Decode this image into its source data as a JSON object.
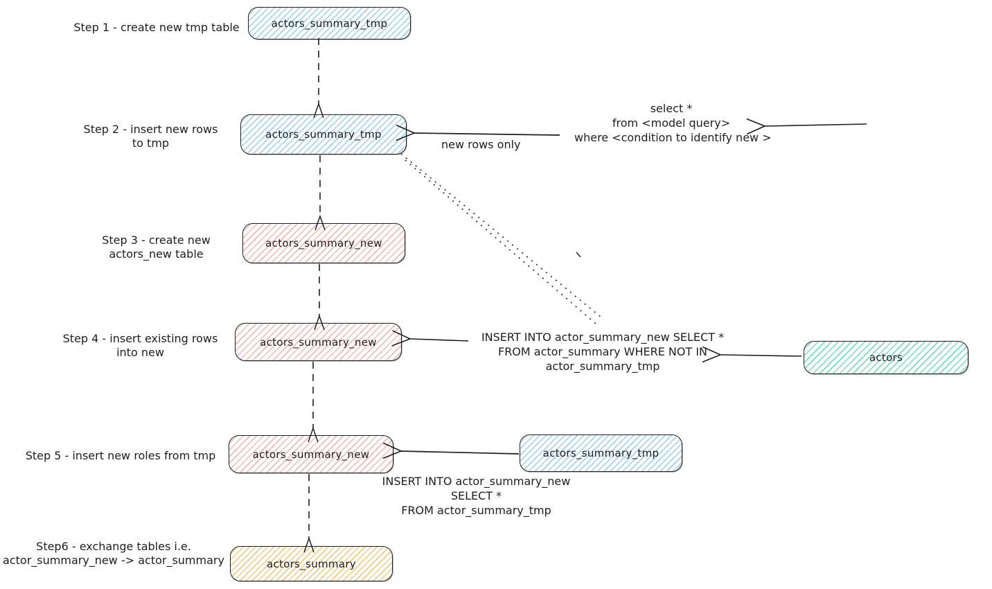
{
  "colors": {
    "node_blue": "#a9d4f5",
    "node_red": "#f5b6b6",
    "node_green": "#74dcc0",
    "node_yellow": "#f3c97e",
    "stroke": "#1e1e1e",
    "bg": "#ffffff"
  },
  "steps": [
    {
      "label_lines": [
        "Step 1 - create new tmp table"
      ],
      "node": "actors_summary_tmp",
      "node_color": "blue"
    },
    {
      "label_lines": [
        "Step 2 - insert new rows",
        "to tmp"
      ],
      "node": "actors_summary_tmp",
      "node_color": "blue"
    },
    {
      "label_lines": [
        "Step 3 - create new",
        "actors_new table"
      ],
      "node": "actors_summary_new",
      "node_color": "red"
    },
    {
      "label_lines": [
        "Step 4 - insert existing rows",
        "into new"
      ],
      "node": "actors_summary_new",
      "node_color": "red"
    },
    {
      "label_lines": [
        "Step 5 - insert new roles from tmp"
      ],
      "node": "actors_summary_new",
      "node_color": "red"
    },
    {
      "label_lines": [
        "Step6 - exchange tables i.e.",
        "actor_summary_new -> actor_summary"
      ],
      "node": "actors_summary",
      "node_color": "yellow"
    }
  ],
  "side_nodes": {
    "model_query": {
      "label": "model query",
      "shape": "diamond"
    },
    "actors_source": {
      "label": "actors",
      "node_color": "green"
    },
    "tmp_source": {
      "label": "actors_summary_tmp",
      "node_color": "blue"
    }
  },
  "annotations": {
    "new_rows_only": "new rows only",
    "select_query_lines": [
      "select *",
      "from <model query>",
      "where <condition to identify new >"
    ],
    "insert_not_in_lines": [
      "INSERT INTO actor_summary_new SELECT *",
      "FROM actor_summary WHERE NOT IN",
      "actor_summary_tmp"
    ],
    "insert_from_tmp_lines": [
      "INSERT INTO actor_summary_new",
      "SELECT *",
      "FROM actor_summary_tmp"
    ]
  }
}
